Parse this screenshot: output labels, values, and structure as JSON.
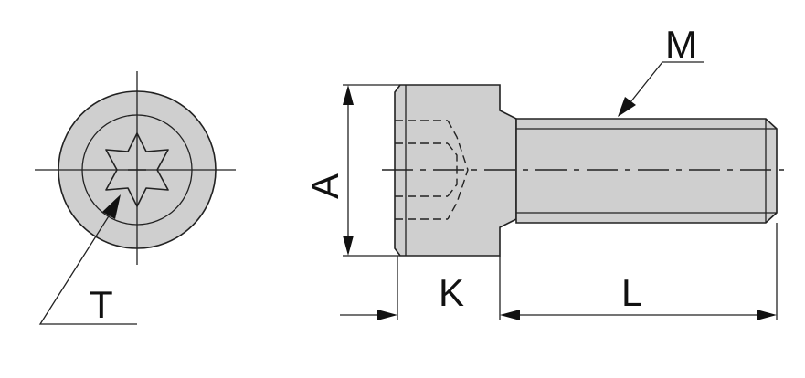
{
  "labels": {
    "thread": "M",
    "head_diameter": "A",
    "head_height": "K",
    "length": "L",
    "drive": "T"
  },
  "colors": {
    "part_fill": "#cfcfcf",
    "line": "#222222",
    "text": "#111111"
  }
}
